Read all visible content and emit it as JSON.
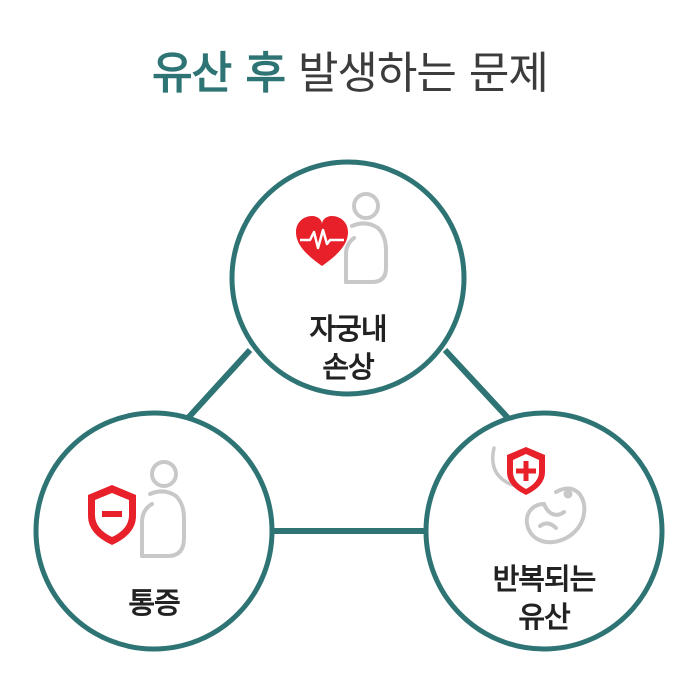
{
  "title": {
    "highlight": "유산 후",
    "rest": "발생하는 문제"
  },
  "nodes": {
    "top": {
      "line1": "자궁내",
      "line2": "손상",
      "icon": "heartbeat-icon"
    },
    "left": {
      "line1": "통증",
      "icon": "shield-icon"
    },
    "right": {
      "line1": "반복되는",
      "line2": "유산",
      "icon": "medical-shield-icon"
    }
  },
  "colors": {
    "accent": "#2f7474",
    "alert": "#e8202a",
    "figure": "#c8c8c8"
  }
}
